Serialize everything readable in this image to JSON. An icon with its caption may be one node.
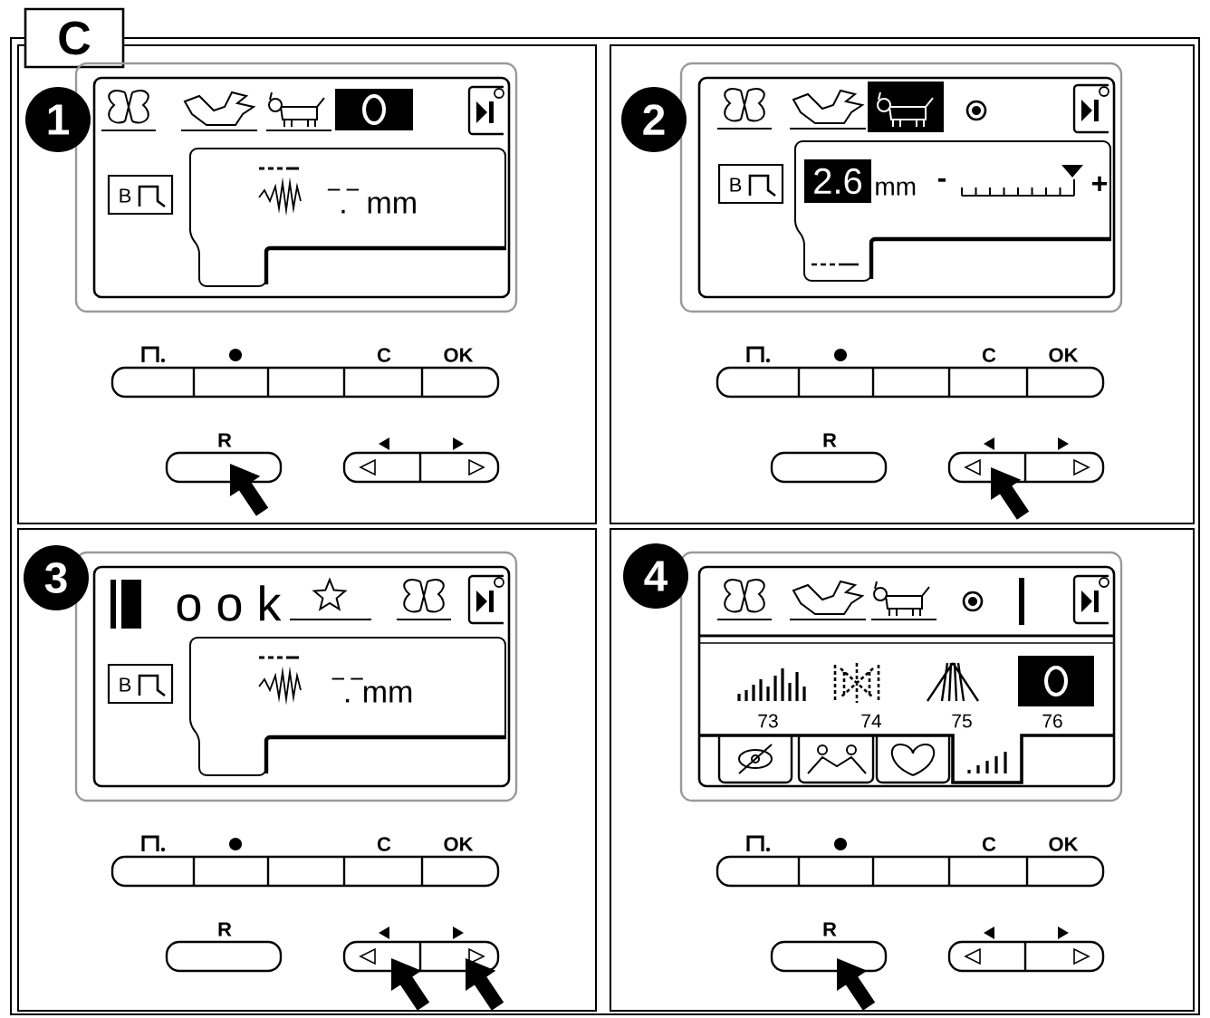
{
  "diagram": {
    "nodes": [
      {
        "text": [
          "C"
        ]
      },
      {
        "text": [
          "C",
          "OK",
          "R"
        ],
        "in": 0
      },
      {
        "text": [
          "B",
          "‾.‾ mm"
        ],
        "in": 1
      },
      {
        "text": [
          "1"
        ],
        "in": 1
      },
      {
        "text": [
          "C",
          "OK",
          "R"
        ],
        "in": 0
      },
      {
        "text": [
          "B",
          "2.6",
          "mm",
          "-",
          "+"
        ],
        "in": 4
      },
      {
        "text": [
          "2"
        ],
        "in": 4
      },
      {
        "text": [
          "C",
          "OK",
          "R"
        ],
        "in": 0
      },
      {
        "text": [
          "o o k",
          "B",
          "‾.‾mm"
        ],
        "in": 7
      },
      {
        "text": [
          "3"
        ],
        "in": 7
      },
      {
        "text": [
          "C",
          "OK",
          "R"
        ],
        "in": 0
      },
      {
        "text": [
          "73",
          "74",
          "75",
          "76"
        ],
        "in": 10
      },
      {
        "text": [
          "4"
        ],
        "in": 10
      }
    ]
  }
}
